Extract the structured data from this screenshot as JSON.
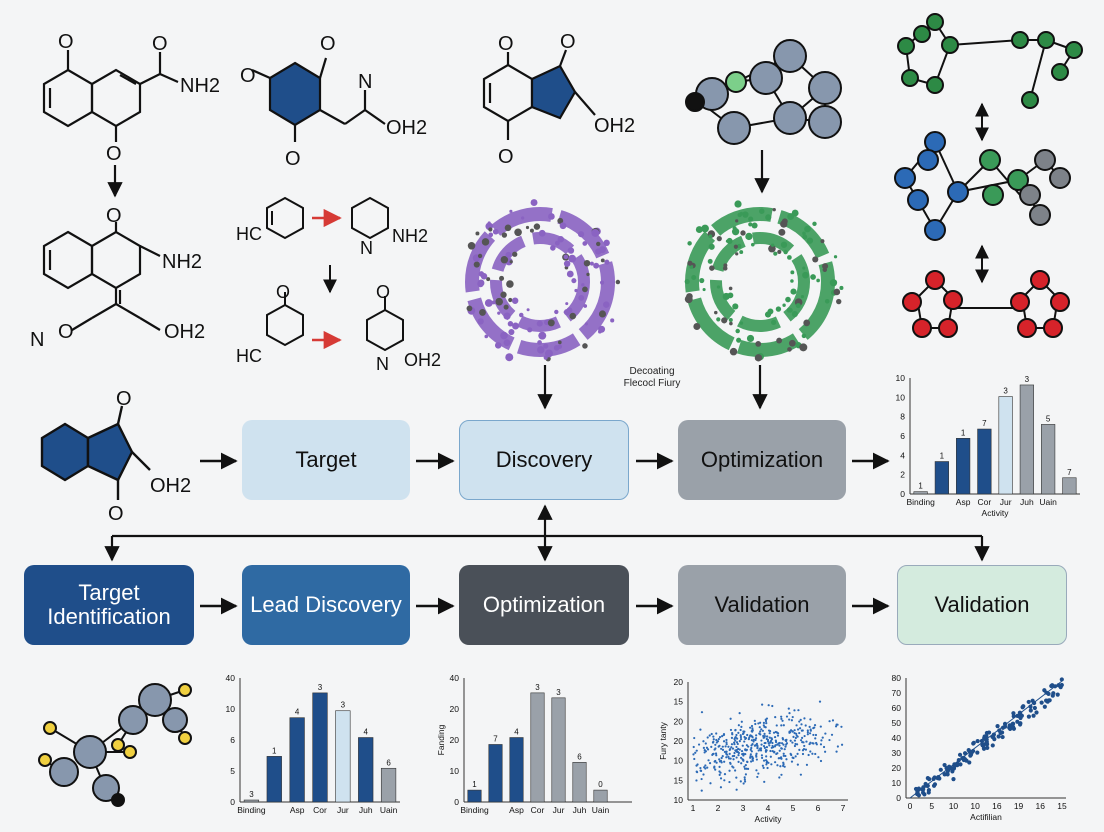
{
  "diagram": {
    "stage_top": [
      "Target",
      "Discovery",
      "Optimization"
    ],
    "stage_bottom": [
      "Target Identification",
      "Lead Discovery",
      "Optimization",
      "Validation",
      "Validation"
    ],
    "note": [
      "Decoating",
      "Flecocl Fiury"
    ],
    "colors": {
      "navy": "#1f4e8a",
      "blue_mid": "#2f6aa3",
      "dark_gray": "#4a5058",
      "gray": "#9aa1a9",
      "light_blue": "#cfe2ef",
      "mint": "#d4ebde",
      "arrow_red": "#d63a35",
      "purple": "#8a63c2",
      "green": "#3a9a58",
      "node_green": "#2d8a45",
      "node_blue": "#2c6ab6",
      "node_red": "#d6232a",
      "node_gray": "#8797ad"
    }
  },
  "molecules": [
    {
      "labels": [
        "O",
        "O",
        "NH2",
        "O"
      ]
    },
    {
      "labels": [
        "O",
        "O",
        "N",
        "O",
        "OH2"
      ]
    },
    {
      "labels": [
        "O",
        "O",
        "OH2",
        "O"
      ]
    },
    {
      "labels": [
        "HC",
        "NH2",
        "N"
      ]
    },
    {
      "labels": [
        "O",
        "NH2"
      ]
    },
    {
      "labels": [
        "N",
        "O",
        "OH2"
      ]
    },
    {
      "labels": [
        "HC",
        "O",
        "N",
        "OH2",
        "O"
      ]
    },
    {
      "labels": [
        "O",
        "O",
        "OH2"
      ]
    }
  ],
  "chart_data": [
    {
      "type": "bar",
      "categories": [
        "Binding",
        "",
        "Asp",
        "Cor",
        "Jur",
        "Juh",
        "Uain",
        ""
      ],
      "values": [
        0.2,
        2.8,
        4.8,
        5.6,
        8.4,
        9.4,
        6.0,
        1.4
      ],
      "data_labels": [
        "1",
        "1",
        "1",
        "7",
        "3",
        "3",
        "5",
        "7"
      ],
      "yticks": [
        "0",
        "2",
        "4",
        "6",
        "8",
        "10",
        "10"
      ],
      "xlabel": "Activity",
      "ylim": [
        0,
        10
      ]
    },
    {
      "type": "bar",
      "categories": [
        "Binding",
        "",
        "Asp",
        "Cor",
        "Jur",
        "Juh",
        "Uain"
      ],
      "values": [
        0.2,
        4.6,
        8.5,
        11.0,
        9.2,
        6.5,
        3.4
      ],
      "data_labels": [
        "3",
        "1",
        "4",
        "3",
        "3",
        "4",
        "6"
      ],
      "yticks": [
        "0",
        "5",
        "6",
        "10",
        "40"
      ],
      "ylim": [
        0,
        12.5
      ]
    },
    {
      "type": "bar",
      "categories": [
        "Binding",
        "",
        "Asp",
        "Cor",
        "Jur",
        "Juh",
        "Uain",
        ""
      ],
      "values": [
        1.2,
        5.8,
        6.5,
        11.0,
        10.5,
        4.0,
        1.2
      ],
      "data_labels": [
        "1",
        "7",
        "4",
        "3",
        "3",
        "6",
        "0"
      ],
      "yticks": [
        "0",
        "10",
        "20",
        "20",
        "40"
      ],
      "ylabel": "Fanding",
      "ylim": [
        0,
        12.5
      ]
    },
    {
      "type": "scatter",
      "xticks": [
        "1",
        "2",
        "3",
        "4",
        "5",
        "6",
        "7"
      ],
      "yticks": [
        "10",
        "15",
        "10",
        "20",
        "20",
        "15",
        "20"
      ],
      "xlabel": "Activity",
      "ylabel": "Fury tanty",
      "xlim": [
        1,
        7
      ],
      "ylim": [
        0,
        8
      ],
      "trend": {
        "center": [
          3.5,
          3.6
        ],
        "spread": [
          1.5,
          1.0
        ]
      }
    },
    {
      "type": "scatter",
      "xticks": [
        "0",
        "5",
        "10",
        "10",
        "16",
        "19",
        "16",
        "15"
      ],
      "yticks": [
        "0",
        "10",
        "20",
        "30",
        "40",
        "50",
        "60",
        "70",
        "80"
      ],
      "xlabel": "Actifilian",
      "xlim": [
        0,
        15
      ],
      "ylim": [
        0,
        80
      ],
      "trend": {
        "slope": 5.0,
        "intercept": 0
      }
    }
  ]
}
